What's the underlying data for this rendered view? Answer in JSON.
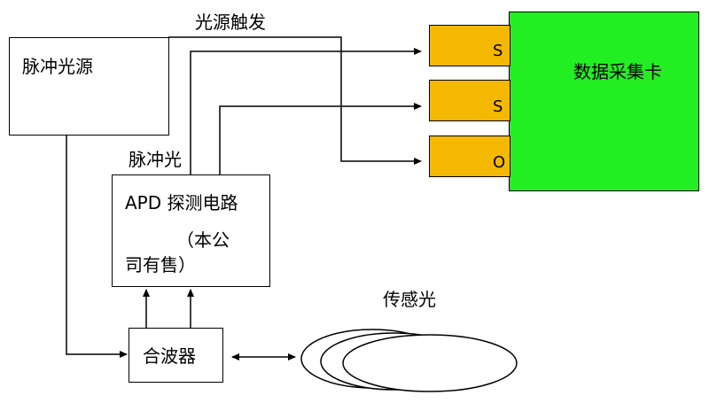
{
  "pulse_source": {
    "label": "脉冲光源"
  },
  "trigger_label": "光源触发",
  "pulse_light_label": "脉冲光",
  "apd": {
    "line1": "APD 探测电路",
    "line2": "（本公",
    "line3": "司有售）"
  },
  "combiner": {
    "label": "合波器"
  },
  "sensing_light_label": "传感光",
  "daq": {
    "label": "数据采集卡"
  },
  "ports": [
    {
      "label": "S"
    },
    {
      "label": "S"
    },
    {
      "label": "O"
    }
  ],
  "colors": {
    "daq_fill": "#22ee22",
    "port_fill": "#f5b800",
    "line": "#000000"
  }
}
